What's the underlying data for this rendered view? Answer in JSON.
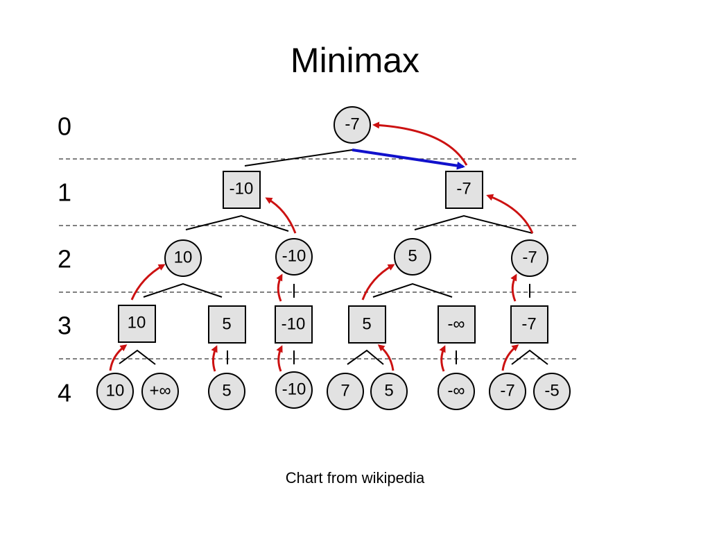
{
  "title": "Minimax",
  "caption": "Chart from wikipedia",
  "colors": {
    "node_fill": "#e2e2e2",
    "red_arrow": "#cc1111",
    "blue_arrow": "#1111cc"
  },
  "levels": [
    "0",
    "1",
    "2",
    "3",
    "4"
  ],
  "nodes": {
    "root": "-7",
    "l1_left": "-10",
    "l1_right": "-7",
    "l2_a": "10",
    "l2_b": "-10",
    "l2_c": "5",
    "l2_d": "-7",
    "l3_a": "10",
    "l3_b": "5",
    "l3_c": "-10",
    "l3_d": "5",
    "l3_e": "-∞",
    "l3_f": "-7",
    "l4_a": "10",
    "l4_b": "+∞",
    "l4_c": "5",
    "l4_d": "-10",
    "l4_e": "7",
    "l4_f": "5",
    "l4_g": "-∞",
    "l4_h": "-7",
    "l4_i": "-5"
  }
}
